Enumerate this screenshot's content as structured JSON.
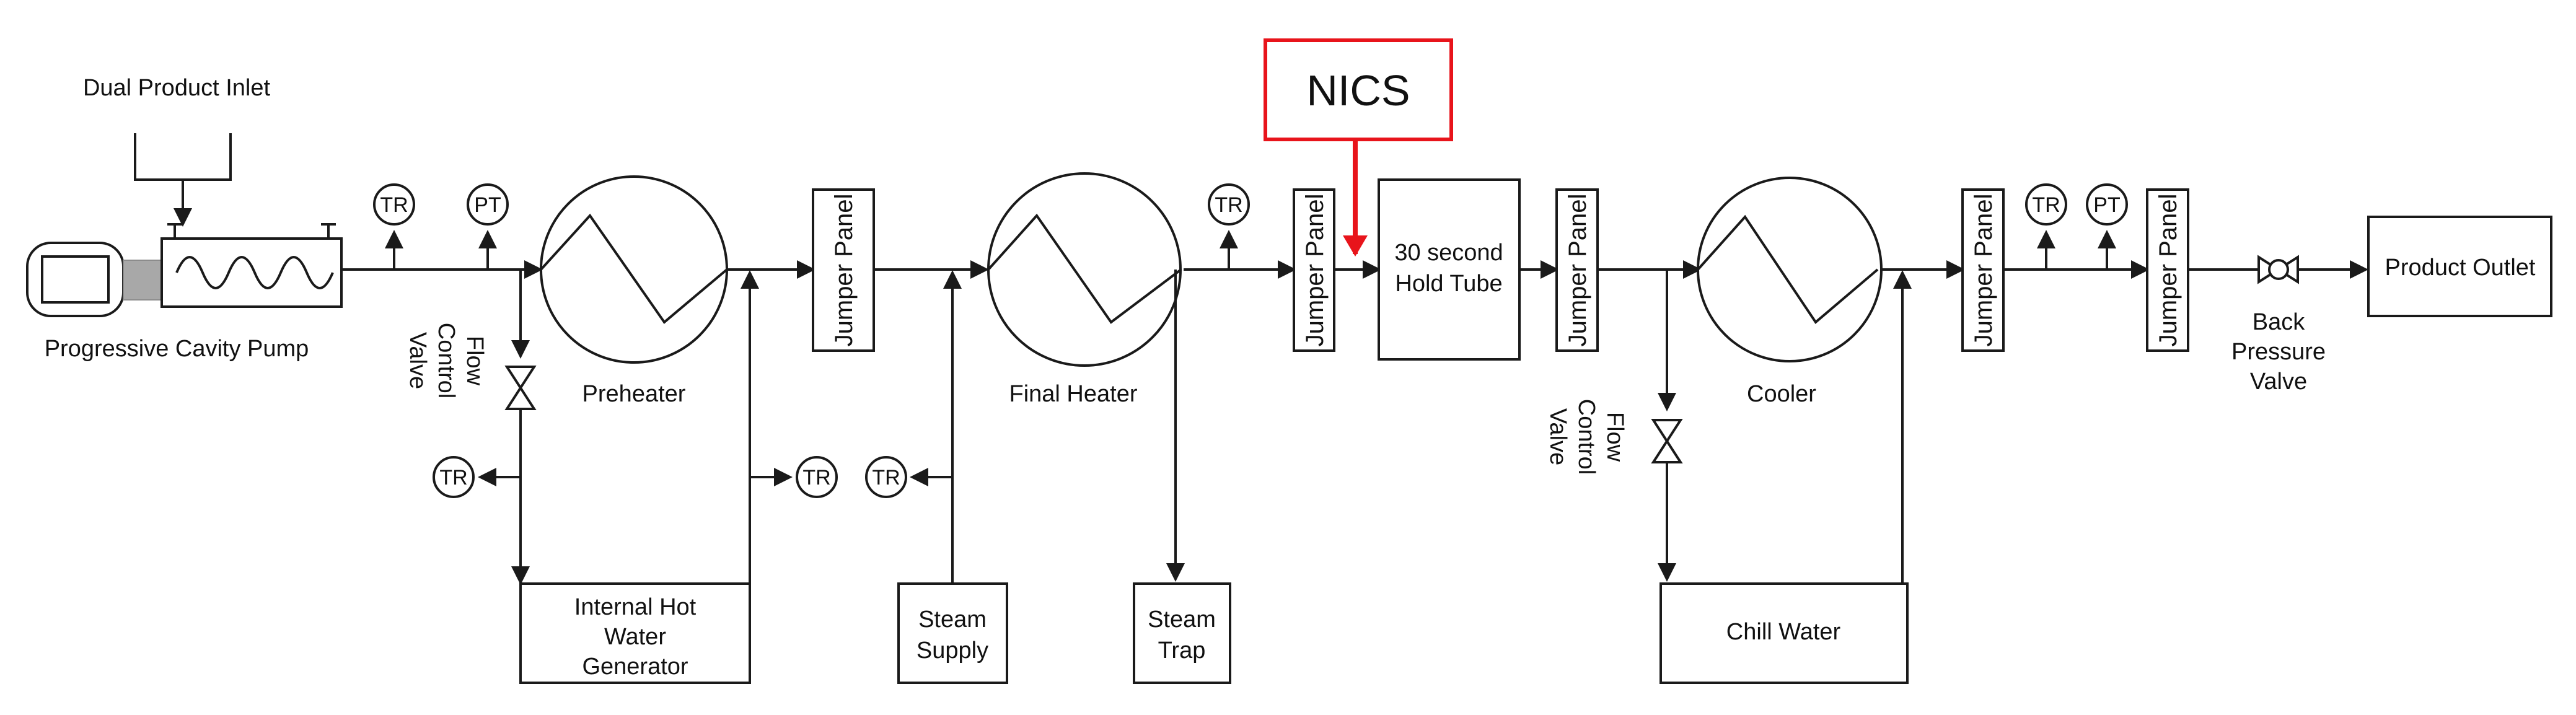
{
  "accent_color": "#e8141b",
  "labels": {
    "dual_product_inlet": "Dual Product Inlet",
    "pump": "Progressive Cavity Pump",
    "flow_control_valve": [
      "Flow",
      "Control",
      "Valve"
    ],
    "preheater": "Preheater",
    "hot_water_gen": [
      "Internal Hot",
      "Water",
      "Generator"
    ],
    "jumper_panel": "Jumper Panel",
    "steam_supply": [
      "Steam",
      "Supply"
    ],
    "final_heater": "Final Heater",
    "steam_trap": [
      "Steam",
      "Trap"
    ],
    "nics": "NICS",
    "hold_tube": [
      "30 second",
      "Hold Tube"
    ],
    "cooler": "Cooler",
    "chill_water": "Chill Water",
    "back_pressure_valve": [
      "Back",
      "Pressure",
      "Valve"
    ],
    "product_outlet": "Product Outlet"
  },
  "gauges": {
    "tr": "TR",
    "pt": "PT"
  }
}
